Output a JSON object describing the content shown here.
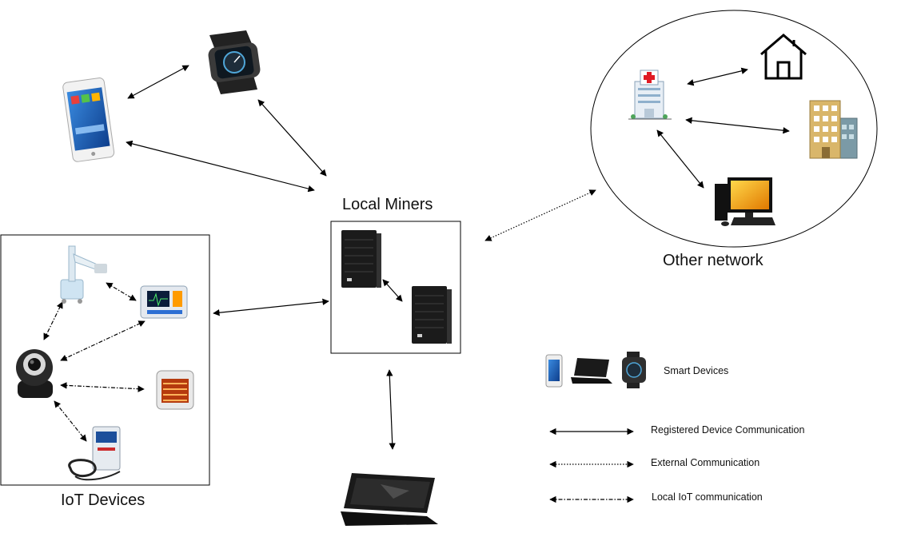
{
  "labels": {
    "local_miners": "Local Miners",
    "other_network": "Other network",
    "iot_devices": "IoT Devices"
  },
  "legend": {
    "smart_devices": "Smart Devices",
    "registered": "Registered Device Communication",
    "external": "External Communication",
    "local_iot": "Local IoT communication"
  },
  "colors": {
    "line": "#000000",
    "server": "#1b1b1b",
    "building": "#d9b66a",
    "hospital_cross": "#e01b24",
    "monitor_screen": "#f5a300"
  }
}
